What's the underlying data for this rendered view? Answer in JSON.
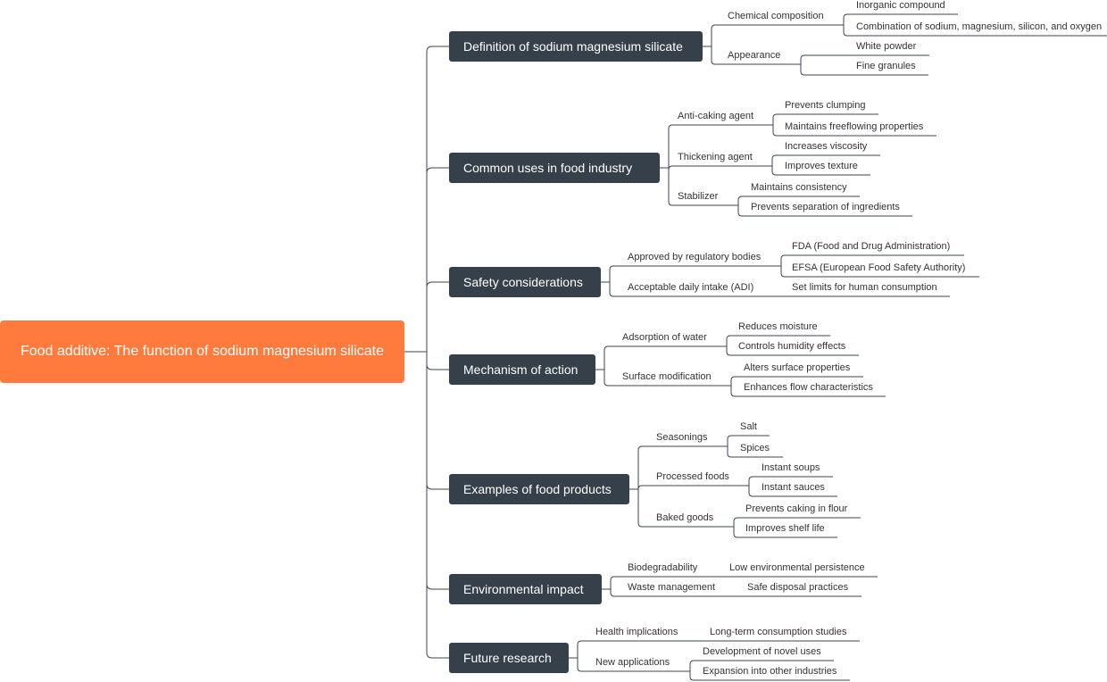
{
  "colors": {
    "root": "#ff7b3d",
    "main": "#36404a",
    "connector": "#3c4650",
    "text": "#333333"
  },
  "root": {
    "label": "Food additive: The function of sodium magnesium silicate"
  },
  "branches": [
    {
      "label": "Definition of sodium magnesium silicate",
      "children": [
        {
          "label": "Chemical composition",
          "children": [
            "Inorganic compound",
            "Combination of sodium, magnesium, silicon, and oxygen"
          ]
        },
        {
          "label": "Appearance",
          "children": [
            "White powder",
            "Fine granules"
          ]
        }
      ]
    },
    {
      "label": "Common uses in food industry",
      "children": [
        {
          "label": "Anti-caking agent",
          "children": [
            "Prevents clumping",
            "Maintains freeflowing properties"
          ]
        },
        {
          "label": "Thickening agent",
          "children": [
            "Increases viscosity",
            "Improves texture"
          ]
        },
        {
          "label": "Stabilizer",
          "children": [
            "Maintains consistency",
            "Prevents separation of ingredients"
          ]
        }
      ]
    },
    {
      "label": "Safety considerations",
      "children": [
        {
          "label": "Approved by regulatory bodies",
          "children": [
            "FDA (Food and Drug Administration)",
            "EFSA (European Food Safety Authority)"
          ]
        },
        {
          "label": "Acceptable daily intake (ADI)",
          "children": [
            "Set limits for human consumption"
          ]
        }
      ]
    },
    {
      "label": "Mechanism of action",
      "children": [
        {
          "label": "Adsorption of water",
          "children": [
            "Reduces moisture",
            "Controls humidity effects"
          ]
        },
        {
          "label": "Surface modification",
          "children": [
            "Alters surface properties",
            "Enhances flow characteristics"
          ]
        }
      ]
    },
    {
      "label": "Examples of food products",
      "children": [
        {
          "label": "Seasonings",
          "children": [
            "Salt",
            "Spices"
          ]
        },
        {
          "label": "Processed foods",
          "children": [
            "Instant soups",
            "Instant sauces"
          ]
        },
        {
          "label": "Baked goods",
          "children": [
            "Prevents caking in flour",
            "Improves shelf life"
          ]
        }
      ]
    },
    {
      "label": "Environmental impact",
      "children": [
        {
          "label": "Biodegradability",
          "children": [
            "Low environmental persistence"
          ]
        },
        {
          "label": "Waste management",
          "children": [
            "Safe disposal practices"
          ]
        }
      ]
    },
    {
      "label": "Future research",
      "children": [
        {
          "label": "Health implications",
          "children": [
            "Long-term consumption studies"
          ]
        },
        {
          "label": "New applications",
          "children": [
            "Development of novel uses",
            "Expansion into other industries"
          ]
        }
      ]
    }
  ]
}
